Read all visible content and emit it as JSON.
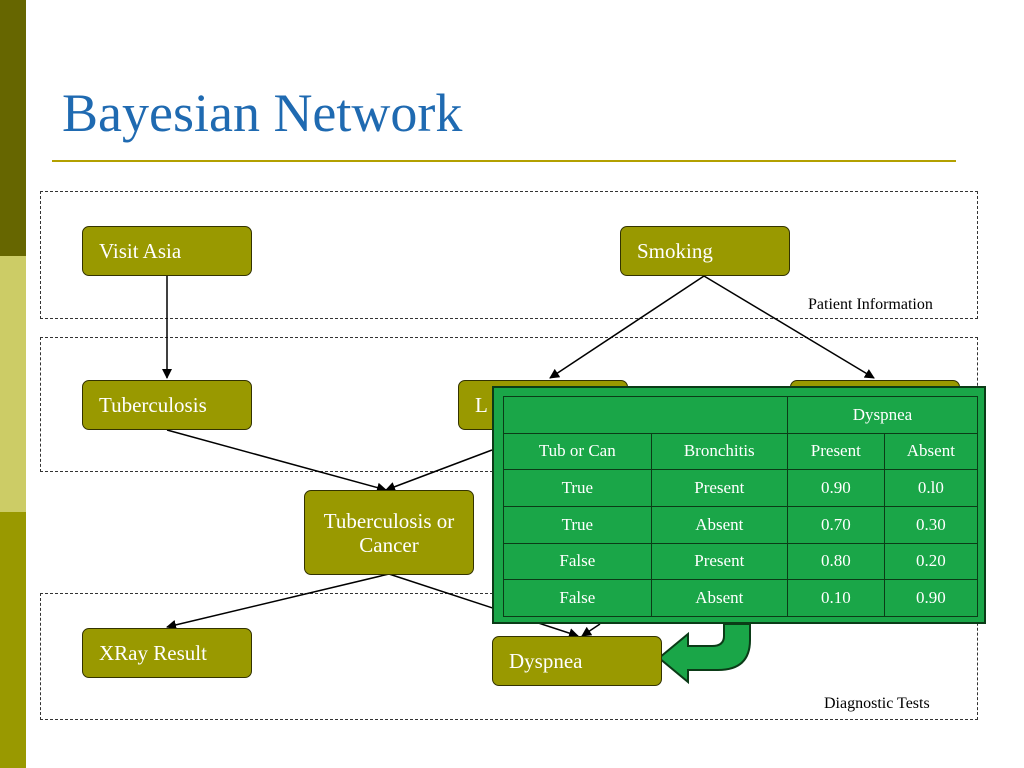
{
  "title": "Bayesian Network",
  "regions": {
    "patient": {
      "label": "Patient Information"
    },
    "diagnostic": {
      "label": "Diagnostic Tests"
    }
  },
  "nodes": {
    "visit_asia": "Visit Asia",
    "smoking": "Smoking",
    "tuberculosis": "Tuberculosis",
    "lung_cancer": "L",
    "bronchitis": "",
    "tub_or_cancer": "Tuberculosis or Cancer",
    "xray": "XRay Result",
    "dyspnea": "Dyspnea"
  },
  "cpt": {
    "group_header": "Dyspnea",
    "columns": [
      "Tub or Can",
      "Bronchitis",
      "Present",
      "Absent"
    ],
    "rows": [
      [
        "True",
        "Present",
        "0.90",
        "0.l0"
      ],
      [
        "True",
        "Absent",
        "0.70",
        "0.30"
      ],
      [
        "False",
        "Present",
        "0.80",
        "0.20"
      ],
      [
        "False",
        "Absent",
        "0.10",
        "0.90"
      ]
    ]
  },
  "colors": {
    "node_fill": "#999900",
    "title": "#1f6ab1",
    "table_fill": "#1aa648",
    "sidebar": [
      "#666600",
      "#cccc66",
      "#999900"
    ]
  }
}
